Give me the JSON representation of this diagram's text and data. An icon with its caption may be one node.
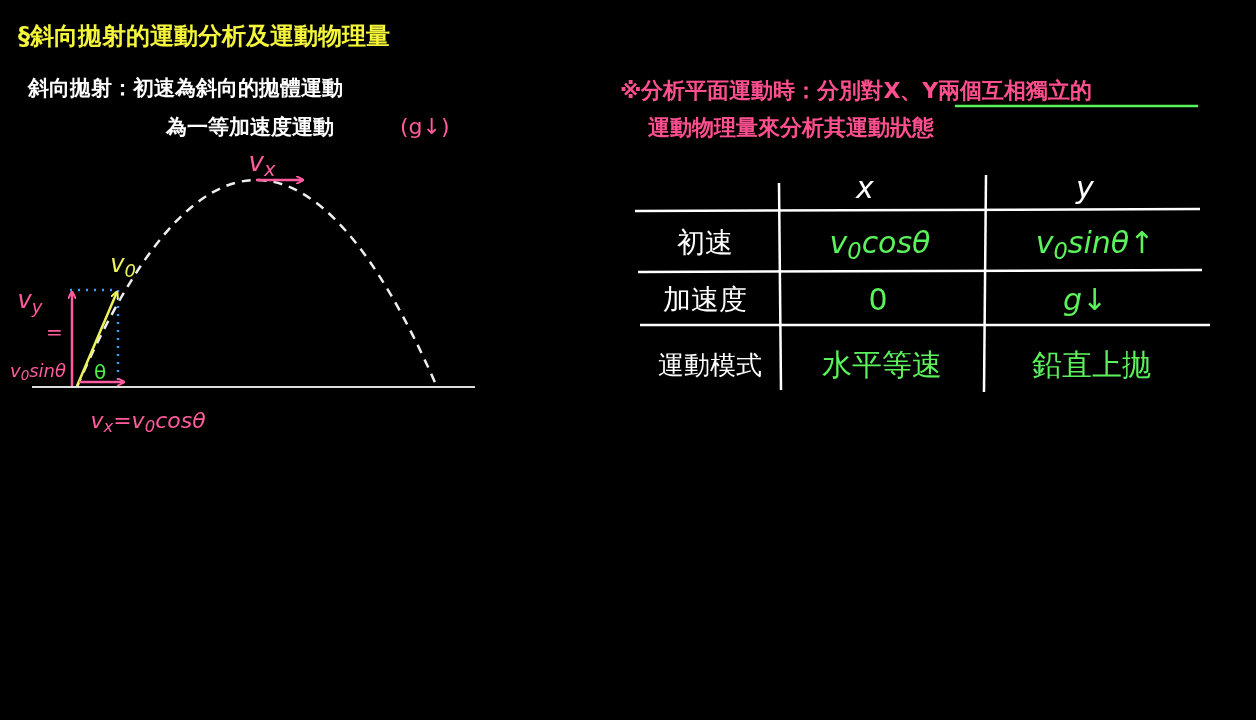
{
  "diagram": {
    "title": "§斜向拋射的運動分析及運動物理量",
    "labels": [
      "斜向拋射：初速為斜向的拋體運動",
      "為一等加速度運動",
      "(g↓)",
      "※分析平面運動時：分別對X、Y兩個互相獨立的",
      "運動物理量來分析其運動狀態",
      "v$_{x}$",
      "v$_{0}$",
      "v$_{y}$",
      "=",
      "v$_{0}$sinθ",
      "θ",
      "v$_{x}$=v$_{0}$cosθ",
      "x",
      "y",
      "初速",
      "v$_{0}$cosθ",
      "v$_{0}$sinθ↑",
      "加速度",
      "0",
      "g↓",
      "運動模式",
      "水平等速",
      "鉛直上拋"
    ]
  }
}
